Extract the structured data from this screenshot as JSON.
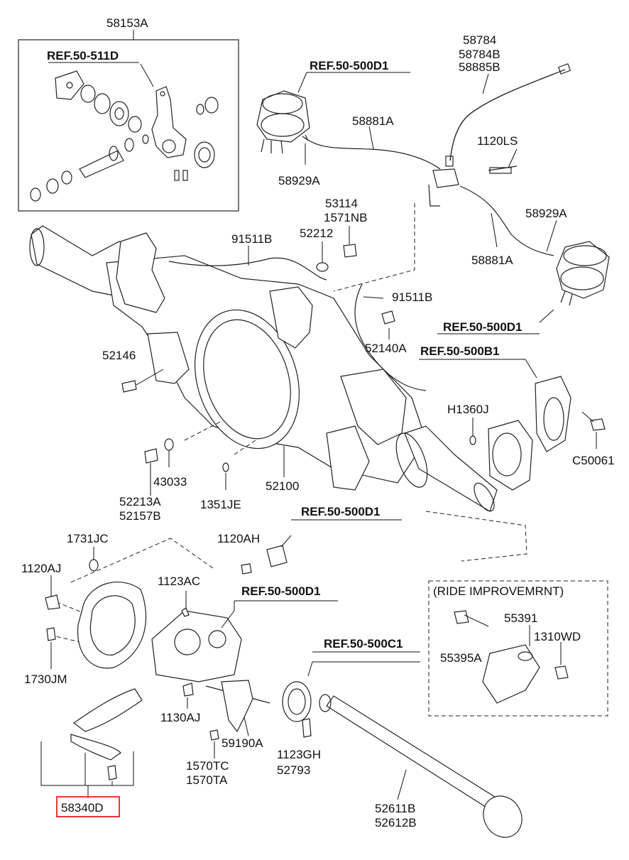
{
  "labels": [
    "58153A",
    "REF.50-511D",
    "REF.50-500D1",
    "58784",
    "58784B",
    "58885B",
    "58881A",
    "1120LS",
    "58929A",
    "53114",
    "1571NB",
    "52212",
    "91511B",
    "58929A",
    "58881A",
    "91511B",
    "REF.50-500D1",
    "52140A",
    "REF.50-500B1",
    "52146",
    "H1360J",
    "C50061",
    "43033",
    "52213A",
    "52157B",
    "1351JE",
    "52100",
    "REF.50-500D1",
    "1120AH",
    "1731JC",
    "1120AJ",
    "1123AC",
    "REF.50-500D1",
    "(RIDE IMPROVEMRNT)",
    "55391",
    "1310WD",
    "55395A",
    "1730JM",
    "REF.50-500C1",
    "1130AJ",
    "59190A",
    "1570TC",
    "1570TA",
    "1123GH",
    "52793",
    "58340D",
    "52611B",
    "52612B"
  ],
  "highlight_color": "#e53935"
}
